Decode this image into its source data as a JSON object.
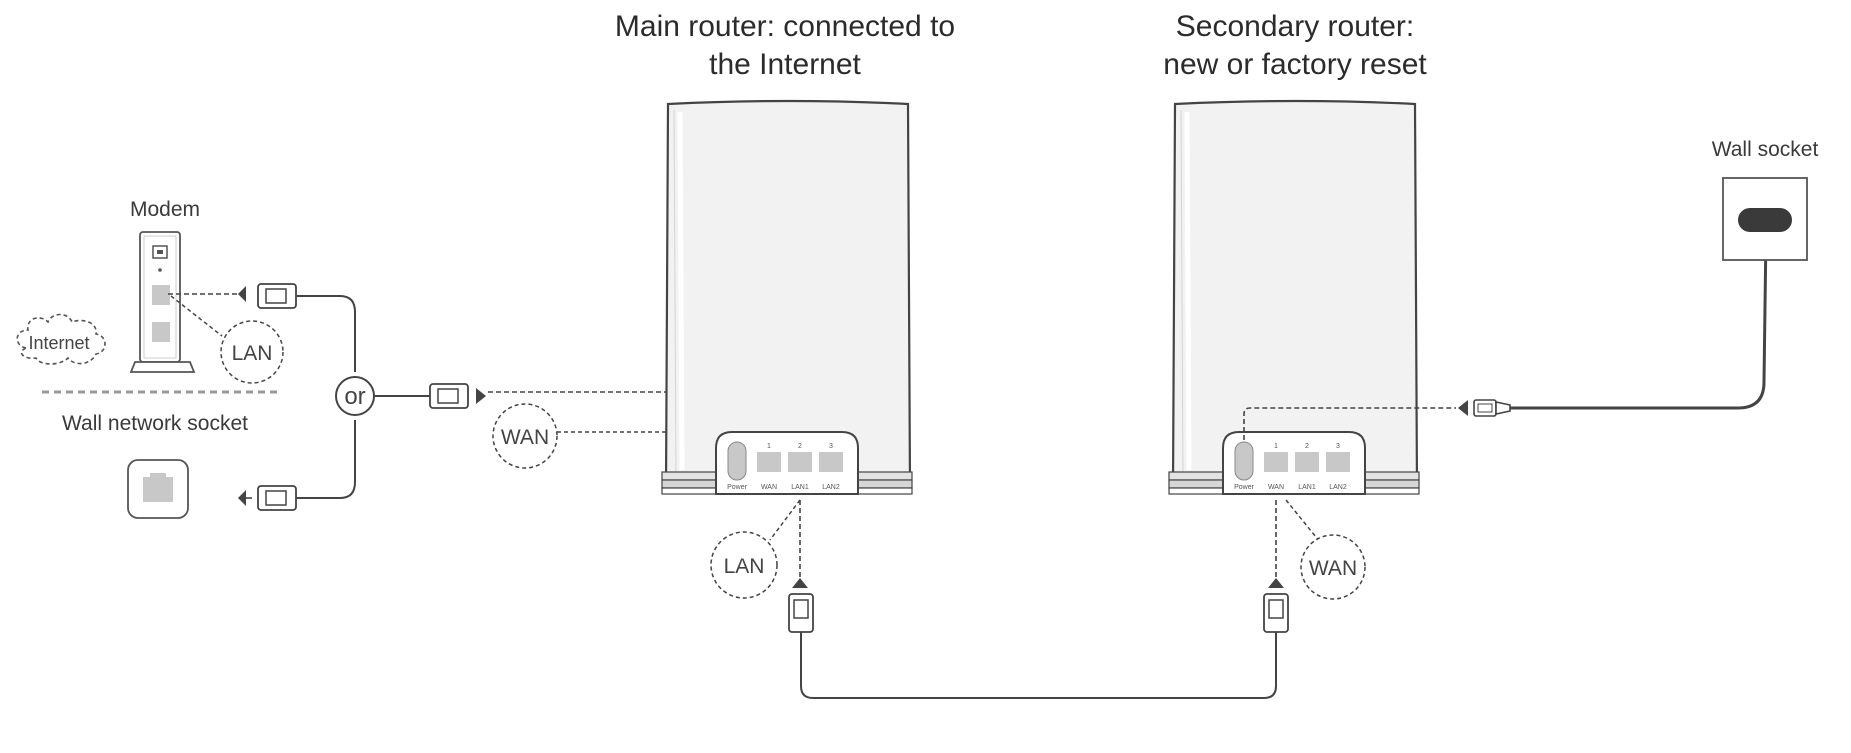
{
  "titles": {
    "main_line1": "Main router: connected to",
    "main_line2": "the Internet",
    "secondary_line1": "Secondary router:",
    "secondary_line2": "new or factory reset"
  },
  "labels": {
    "modem": "Modem",
    "internet": "Internet",
    "wall_network_socket": "Wall network socket",
    "wall_socket": "Wall socket",
    "or": "or",
    "lan_modem": "LAN",
    "wan_main": "WAN",
    "lan_main": "LAN",
    "wan_secondary": "WAN"
  },
  "ports": {
    "power": "Power",
    "wan": "WAN",
    "lan1": "LAN1",
    "lan2": "LAN2",
    "num1": "1",
    "num2": "2",
    "num3": "3"
  },
  "colors": {
    "line": "#4a4a4a",
    "router_fill": "#f2f2f2",
    "port_fill": "#c8c8c8",
    "dashed": "#555555"
  }
}
